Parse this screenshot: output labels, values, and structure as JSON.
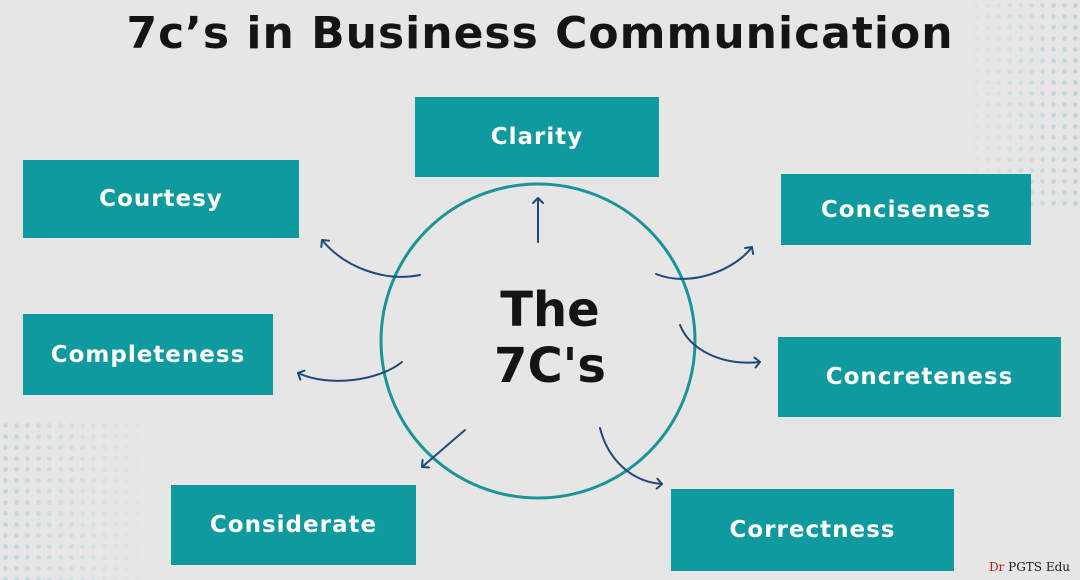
{
  "title": "7c’s in Business Communication",
  "center": {
    "line1": "The",
    "line2": "7C's"
  },
  "boxes": {
    "clarity": "Clarity",
    "courtesy": "Courtesy",
    "conciseness": "Conciseness",
    "completeness": "Completeness",
    "concreteness": "Concreteness",
    "considerate": "Considerate",
    "correctness": "Correctness"
  },
  "watermark": {
    "prefix": "Dr",
    "name": "PGTS Edu"
  },
  "colors": {
    "box_fill": "#0f9aa0",
    "circle_stroke": "#1a9499",
    "arrow": "#1e4a7a",
    "background": "#e6e6e6",
    "watermark_prefix": "#c01818"
  }
}
